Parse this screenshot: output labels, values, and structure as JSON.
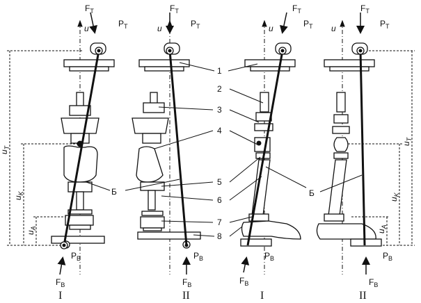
{
  "labels": {
    "force_top": "F",
    "force_top_sub": "T",
    "force_bottom": "F",
    "force_bottom_sub": "B",
    "point_top": "P",
    "point_top_sub": "T",
    "point_bottom": "P",
    "point_bottom_sub": "B",
    "axis": "u",
    "dim_total": "u",
    "dim_total_sub": "T",
    "dim_knee": "u",
    "dim_knee_sub": "K",
    "dim_ankle": "u",
    "dim_ankle_sub": "A",
    "line_b": "Б"
  },
  "views": [
    "I",
    "II",
    "I",
    "II"
  ],
  "callouts": [
    "1",
    "2",
    "3",
    "4",
    "5",
    "6",
    "7",
    "8"
  ]
}
